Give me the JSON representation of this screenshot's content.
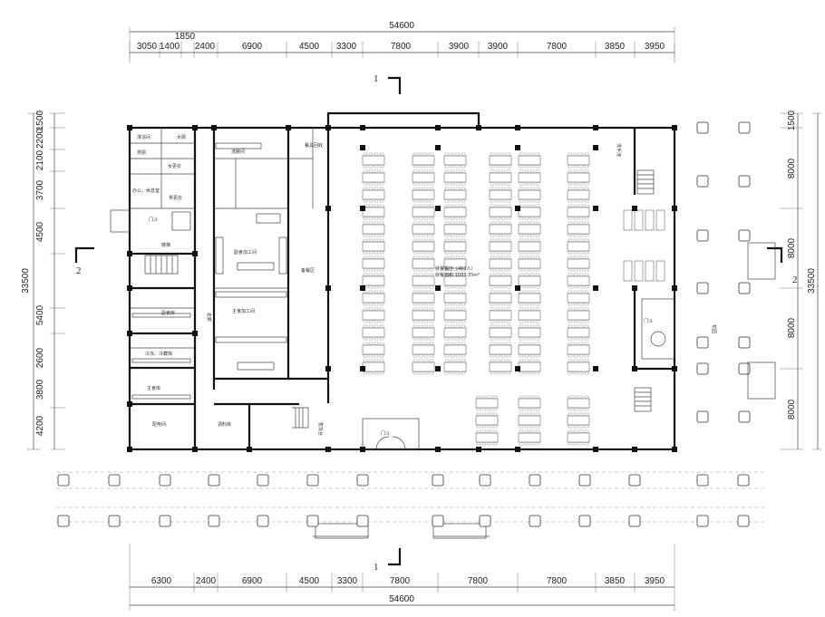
{
  "dimensions": {
    "top_total": "54600",
    "top_small": "1850",
    "top_segments": [
      "3050",
      "1400",
      "2400",
      "6900",
      "4500",
      "3300",
      "7800",
      "3900",
      "3900",
      "7800",
      "3850",
      "3950"
    ],
    "bottom_segments": [
      "6300",
      "2400",
      "6900",
      "4500",
      "3300",
      "7800",
      "7800",
      "7800",
      "3850",
      "3950"
    ],
    "bottom_total": "54600",
    "left_total": "33500",
    "left_segments": [
      "1500",
      "2200",
      "2100",
      "3700",
      "4500",
      "5400",
      "2600",
      "3800",
      "4200"
    ],
    "right_total": "33500",
    "right_segments": [
      "1500",
      "8000",
      "8000",
      "8000",
      "8000"
    ]
  },
  "section_marks": {
    "top": "1",
    "bottom": "1",
    "left": "2",
    "right": "2"
  },
  "rooms": {
    "hall": "就餐餐厅（460人）",
    "hall_area": "就餐面积 1033.35m²",
    "prep_a": "副食加工间",
    "prep_b": "主食加工间",
    "serving": "备餐区",
    "dishwash": "洗碗间",
    "cold_store": "冷冻、冷藏库",
    "grocery": "副食库",
    "grain": "主食库",
    "power": "配电间",
    "seasoning": "调料库",
    "office": "办公、休息室",
    "male_locker": "男更衣",
    "female_locker": "女更衣",
    "female_wc": "女厕",
    "male_wc": "男厕",
    "shower": "淋浴间",
    "entry": "门斗",
    "entry2": "门斗",
    "entry3": "门斗",
    "stair": "楼梯",
    "washing": "洗手池",
    "corridor": "走廊",
    "pick": "售饭台",
    "recycle": "餐具回收",
    "outdoor": "花园"
  }
}
